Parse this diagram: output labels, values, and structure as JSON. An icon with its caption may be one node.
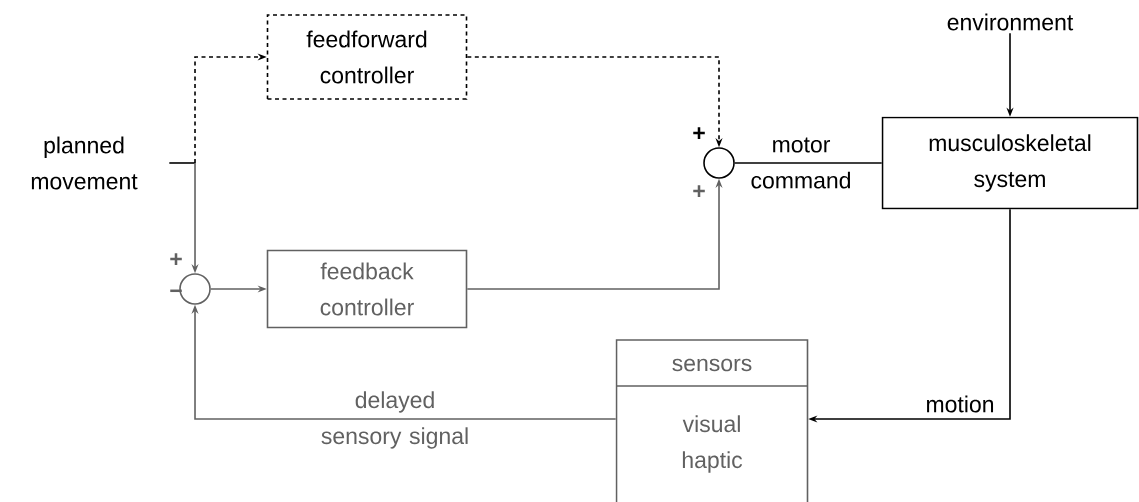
{
  "diagram": {
    "nodes": [
      {
        "text": [
          "planned movement"
        ]
      },
      {
        "text": [
          "feedforward controller"
        ]
      },
      {
        "text": [],
        "shape": "circle"
      },
      {
        "text": [
          "musculoskeletal system"
        ]
      },
      {
        "text": [
          "environment"
        ]
      },
      {
        "text": [],
        "shape": "circle"
      },
      {
        "text": [
          "feedback controller"
        ]
      },
      {
        "text": [
          "sensors",
          "visual haptic"
        ]
      }
    ],
    "edges": [
      {
        "from": 0,
        "to": 1,
        "arrow": "to",
        "style": "dashed"
      },
      {
        "from": 0,
        "to": 5,
        "arrow": "to",
        "color": "#616161"
      },
      {
        "from": 1,
        "to": 2,
        "arrow": "to",
        "style": "dashed"
      },
      {
        "from": 2,
        "to": 3,
        "arrow": "none",
        "label": "motor command"
      },
      {
        "from": 4,
        "to": 3,
        "arrow": "to"
      },
      {
        "from": 3,
        "to": 7,
        "arrow": "to",
        "label": "motion"
      },
      {
        "from": 7,
        "to": 5,
        "arrow": "to",
        "label": "delayed sensory signal",
        "color": "#616161"
      },
      {
        "from": 5,
        "to": 6,
        "arrow": "to",
        "color": "#616161"
      },
      {
        "from": 6,
        "to": 2,
        "arrow": "to",
        "color": "#616161"
      }
    ],
    "labels": [
      "+",
      "+",
      "+",
      "−"
    ]
  }
}
